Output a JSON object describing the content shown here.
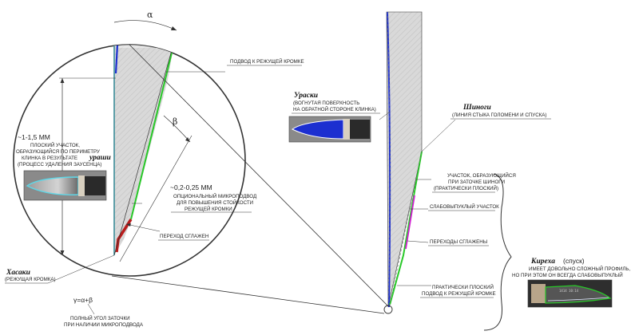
{
  "colors": {
    "blade_fill": "#d6d6d6",
    "urasuki_line": "#1c2fd0",
    "shinogi_line": "#28c828",
    "edge_line": "#5fd6e6",
    "micro_bevel": "#b81c1c",
    "kireha_transition": "#d21ed2",
    "outline": "#333333"
  },
  "symbols": {
    "alpha": "α",
    "beta": "β",
    "gamma_formula": "γ=α+β"
  },
  "labels": {
    "approach": "ПОДВОД К РЕЖУЩЕЙ КРОМКЕ",
    "flat_width": "~1-1,5 ММ",
    "flat_desc_1": "ПЛОСКИЙ УЧАСТОК,",
    "flat_desc_2": "ОБРАЗУЮЩИЙСЯ ПО ПЕРИМЕТРУ",
    "flat_desc_3": "КЛИНКА В РЕЗУЛЬТАТЕ",
    "flat_desc_urashi": "ураши",
    "flat_desc_4": "(ПРОЦЕСС УДАЛЕНИЯ ЗАУСЕНЦА)",
    "micro_width": "~0,2-0,25 ММ",
    "micro_desc_1": "ОПЦИОНАЛЬНЫЙ МИКРОПОДВОД",
    "micro_desc_2": "ДЛЯ ПОВЫШЕНИЯ СТОЙКОСТИ",
    "micro_desc_3": "РЕЖУЩЕЙ КРОМКИ",
    "transition_smoothed": "ПЕРЕХОД СГЛАЖЕН",
    "hasaki_title": "Хасаки",
    "hasaki_desc": "(РЕЖУЩАЯ КРОМКА)",
    "gamma_desc_1": "ПОЛНЫЙ УГОЛ ЗАТОЧКИ",
    "gamma_desc_2": "ПРИ НАЛИЧИИ МИКРОПОДВОДА",
    "urasuki_title": "Ураски",
    "urasuki_desc_1": "(ВОГНУТАЯ ПОВЕРХНОСТЬ",
    "urasuki_desc_2": "НА ОБРАТНОЙ СТОРОНЕ КЛИНКА)",
    "shinogi_title": "Шиноги",
    "shinogi_desc": "(ЛИНИЯ СТЫКА ГОЛОМЕНИ И СПУСКА)",
    "shinogi_flat_1": "УЧАСТОК, ОБРАЗУЮЩИЙСЯ",
    "shinogi_flat_2": "ПРИ ЗАТОЧКЕ ШИНОГИ",
    "shinogi_flat_3": "(ПРАКТИЧЕСКИ ПЛОСКИЙ)",
    "slightly_convex": "СЛАБОВЫПУКЛЫЙ УЧАСТОК",
    "transitions_smoothed": "ПЕРЕХОДЫ СГЛАЖЕНЫ",
    "flat_approach_1": "ПРАКТИЧЕСКИ ПЛОСКИЙ",
    "flat_approach_2": "ПОДВОД К РЕЖУЩЕЙ КРОМКЕ",
    "kireha_title": "Киреха",
    "kireha_sub": "(спуск)",
    "kireha_desc_1": "ИМЕЕТ ДОВОЛЬНО СЛОЖНЫЙ ПРОФИЛЬ,",
    "kireha_desc_2": "НО ПРИ ЭТОМ ОН ВСЕГДА СЛАБОВЫПУКЛЫЙ",
    "photo_stamp": "1414 10:14"
  }
}
